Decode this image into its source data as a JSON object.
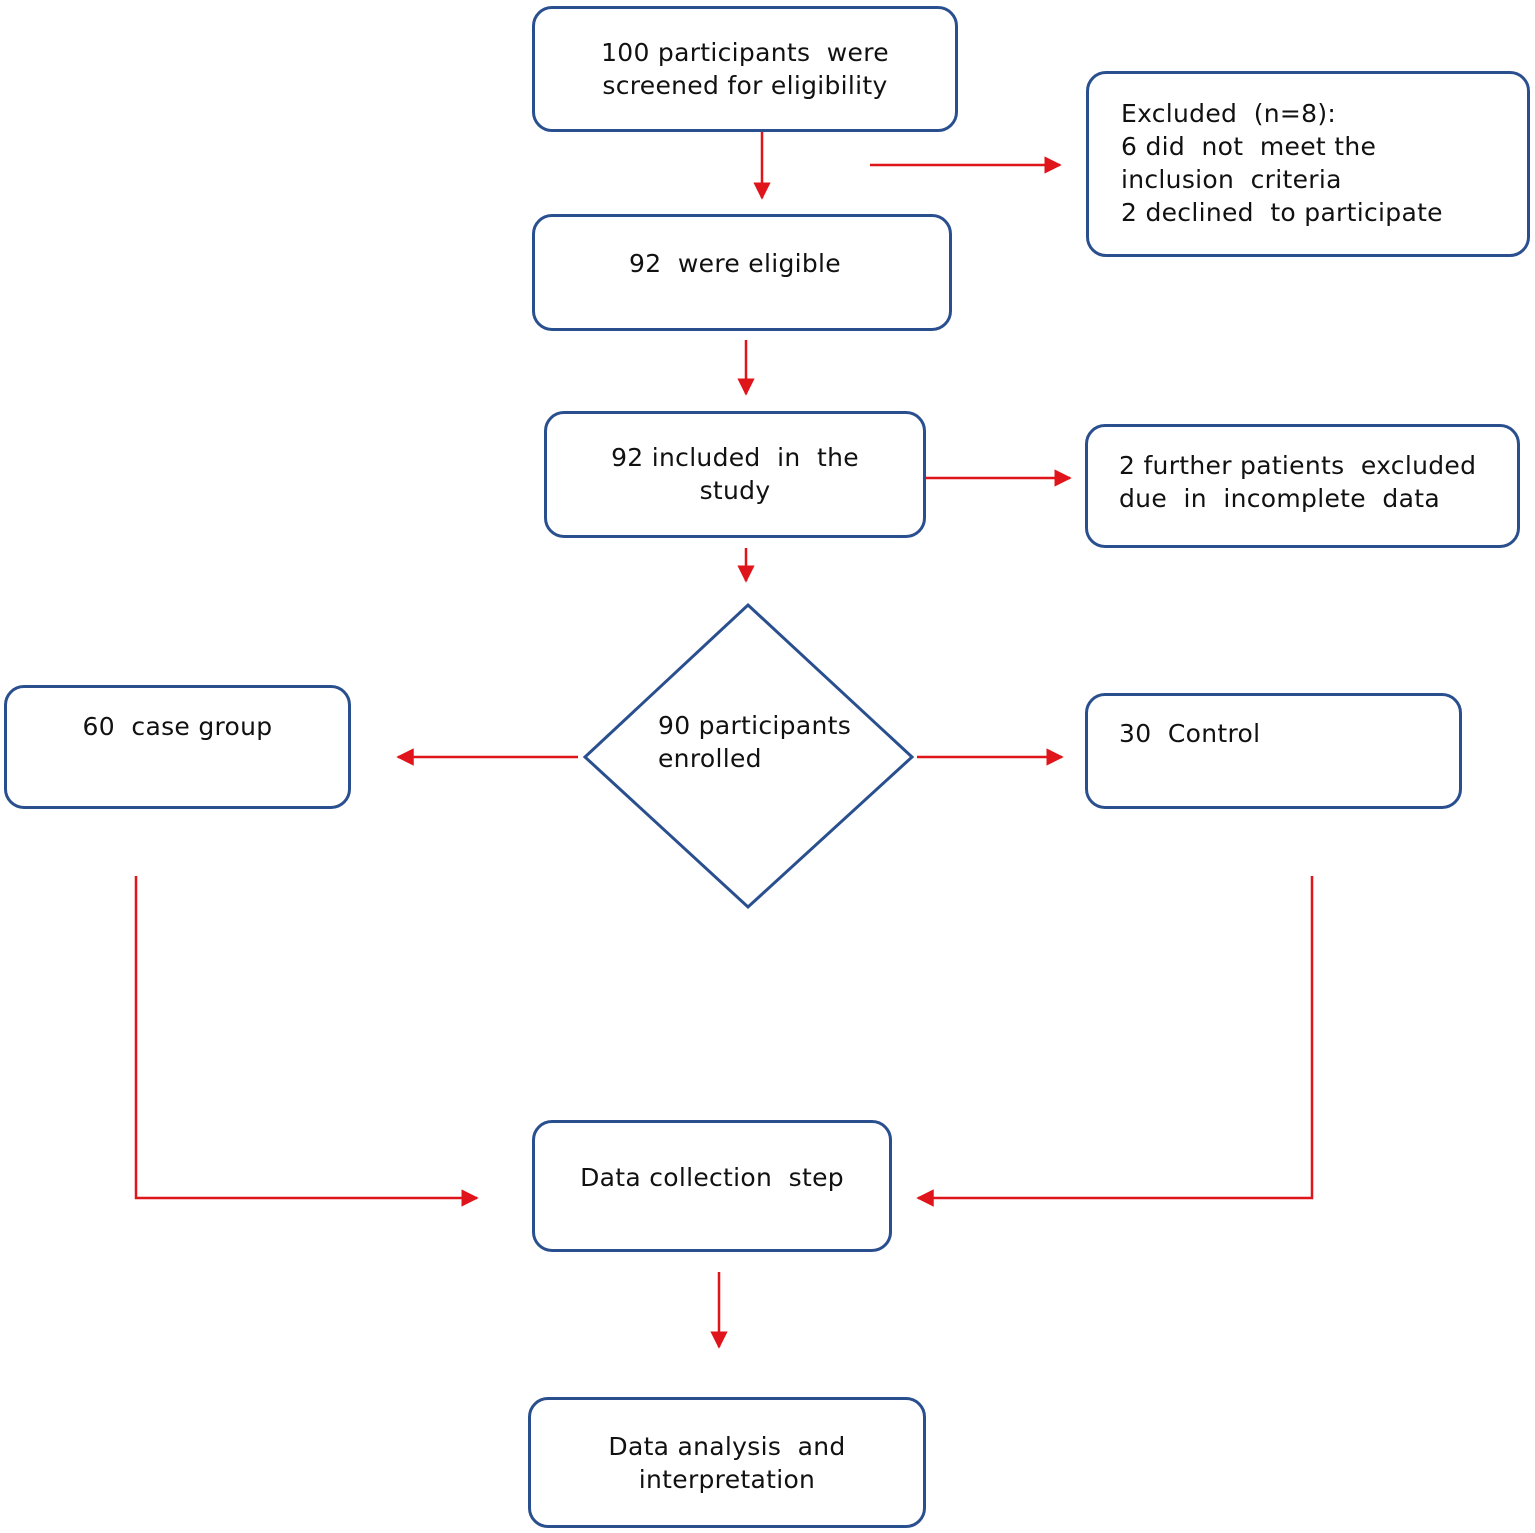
{
  "colors": {
    "box_border": "#2a4f8f",
    "arrow": "#e0151b",
    "text": "#111111"
  },
  "nodes": {
    "screened": {
      "lines": [
        "100 participants  were",
        "screened for eligibility"
      ]
    },
    "excluded": {
      "lines": [
        "Excluded  (n=8):",
        "6 did  not  meet the",
        "inclusion  criteria",
        "2 declined  to participate"
      ]
    },
    "eligible": {
      "lines": [
        "92  were eligible"
      ]
    },
    "included": {
      "lines": [
        "92 included  in  the",
        "study"
      ]
    },
    "further_excluded": {
      "lines": [
        "2 further patients  excluded",
        "due  in  incomplete  data"
      ]
    },
    "enrolled": {
      "lines": [
        "90 participants",
        "enrolled"
      ]
    },
    "case_group": {
      "lines": [
        "60  case group"
      ]
    },
    "control": {
      "lines": [
        "30  Control"
      ]
    },
    "data_collection": {
      "lines": [
        "Data collection  step"
      ]
    },
    "analysis": {
      "lines": [
        "Data analysis  and",
        "interpretation"
      ]
    }
  }
}
